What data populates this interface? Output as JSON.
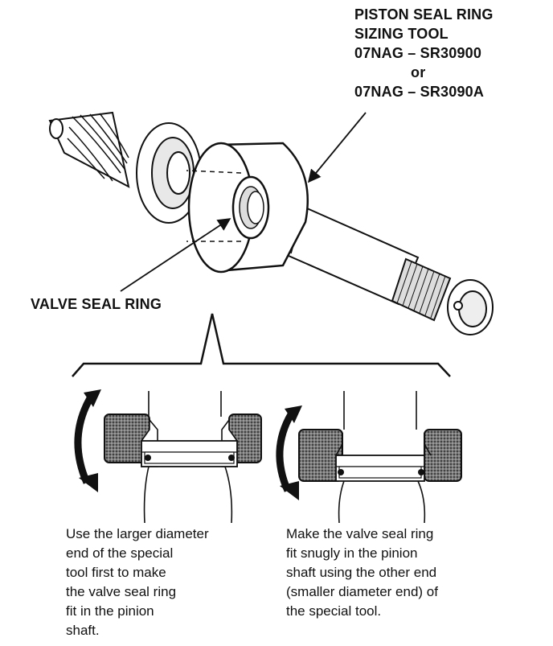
{
  "tool_label": {
    "line1": "PISTON SEAL RING",
    "line2": "SIZING TOOL",
    "line3": "07NAG – SR30900",
    "line4": "or",
    "line5": "07NAG – SR3090A"
  },
  "valve_label": "VALVE SEAL RING",
  "caption_left": {
    "line1": "Use the larger diameter",
    "line2": "end of the special",
    "line3": "tool first to make",
    "line4": "the valve seal ring",
    "line5": "fit in the pinion",
    "line6": "shaft."
  },
  "caption_right": {
    "line1": "Make the valve seal ring",
    "line2": "fit snugly in the pinion",
    "line3": "shaft using the other end",
    "line4": "(smaller diameter end) of",
    "line5": "the special tool."
  },
  "colors": {
    "ink": "#111111",
    "paper": "#ffffff",
    "knurl": "#5a5a5a"
  }
}
